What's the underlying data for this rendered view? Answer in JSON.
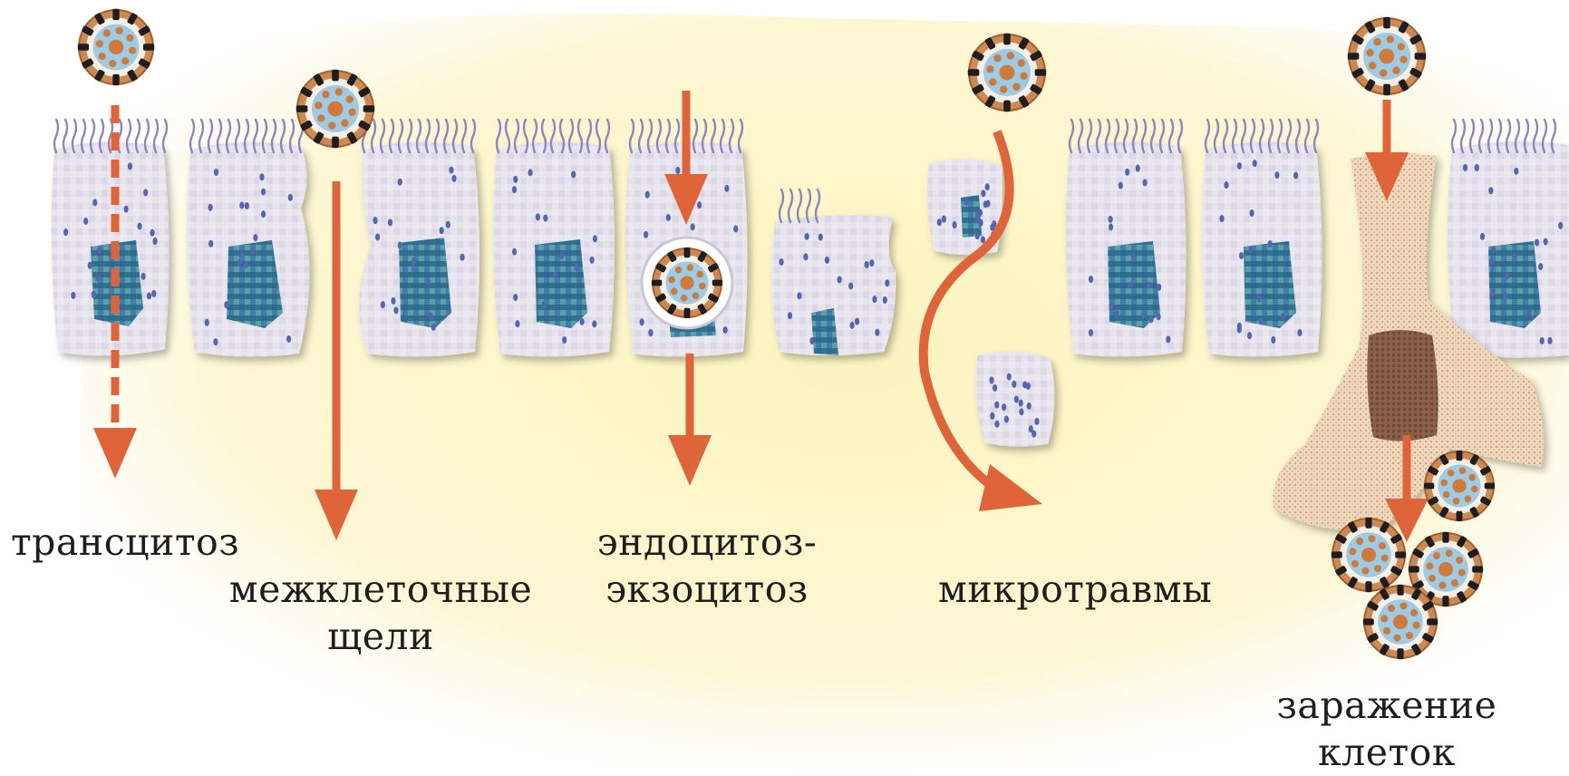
{
  "labels": {
    "transcytosis": "трансцитоз",
    "intercellular_line1": "межклеточные",
    "intercellular_line2": "щели",
    "endo_line1": "эндоцитоз-",
    "endo_line2": "экзоцитоз",
    "microtrauma": "микротравмы",
    "infection_line1": "заражение",
    "infection_line2": "клеток"
  },
  "colors": {
    "background_glow": "#fbf5c6",
    "cell_fill": "#e6e2ec",
    "nucleus_fill": "#4a86a8",
    "cilia": "#8c86c0",
    "arrow": "#e0643a",
    "virus_core": "#d07a3a",
    "virus_ring": "#8fc8e8",
    "infected_cell": "#e8d2b8",
    "infected_nucleus": "#7a5240"
  }
}
